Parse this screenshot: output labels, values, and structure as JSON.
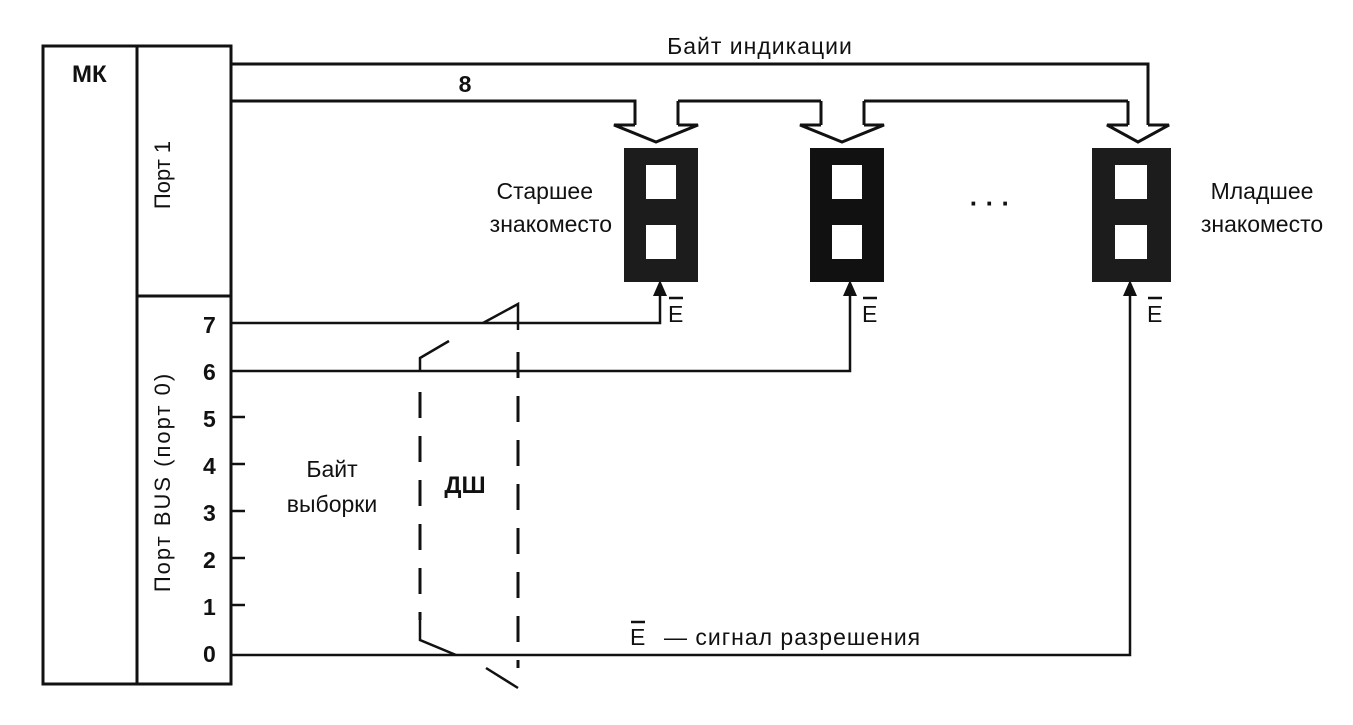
{
  "mcu": {
    "label": "МК",
    "port1_label": "Порт 1",
    "port_bus_label": "Порт BUS (порт 0)",
    "pins": [
      "7",
      "6",
      "5",
      "4",
      "3",
      "2",
      "1",
      "0"
    ]
  },
  "bus": {
    "indication_byte_label": "Байт индикации",
    "bus_width_label": "8"
  },
  "displays": {
    "first_label_line1": "Старшее",
    "first_label_line2": "знакоместо",
    "last_label_line1": "Младшее",
    "last_label_line2": "знакоместо",
    "ellipsis": "· · ·",
    "enable_label": "E"
  },
  "decoder": {
    "select_byte_line1": "Байт",
    "select_byte_line2": "выборки",
    "label": "ДШ"
  },
  "legend": {
    "enable_symbol": "E",
    "enable_text": "— сигнал разрешения"
  }
}
